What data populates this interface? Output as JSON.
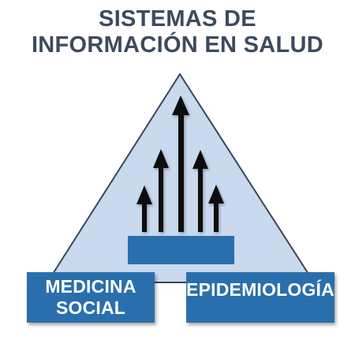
{
  "title": {
    "line1": "SISTEMAS DE",
    "line2": "INFORMACIÓN EN SALUD"
  },
  "boxes": {
    "left": {
      "line1": "MEDICINA",
      "line2": "SOCIAL"
    },
    "right": {
      "line1": "EPIDEMIOLOGÍA"
    }
  },
  "arrows": {
    "count": 5
  },
  "colors": {
    "title": "#3e4a5c",
    "triangle_fill": "#c9d9ee",
    "triangle_stroke": "#3c4656",
    "box": "#2a6fad",
    "arrow": "#0d0d0d"
  }
}
